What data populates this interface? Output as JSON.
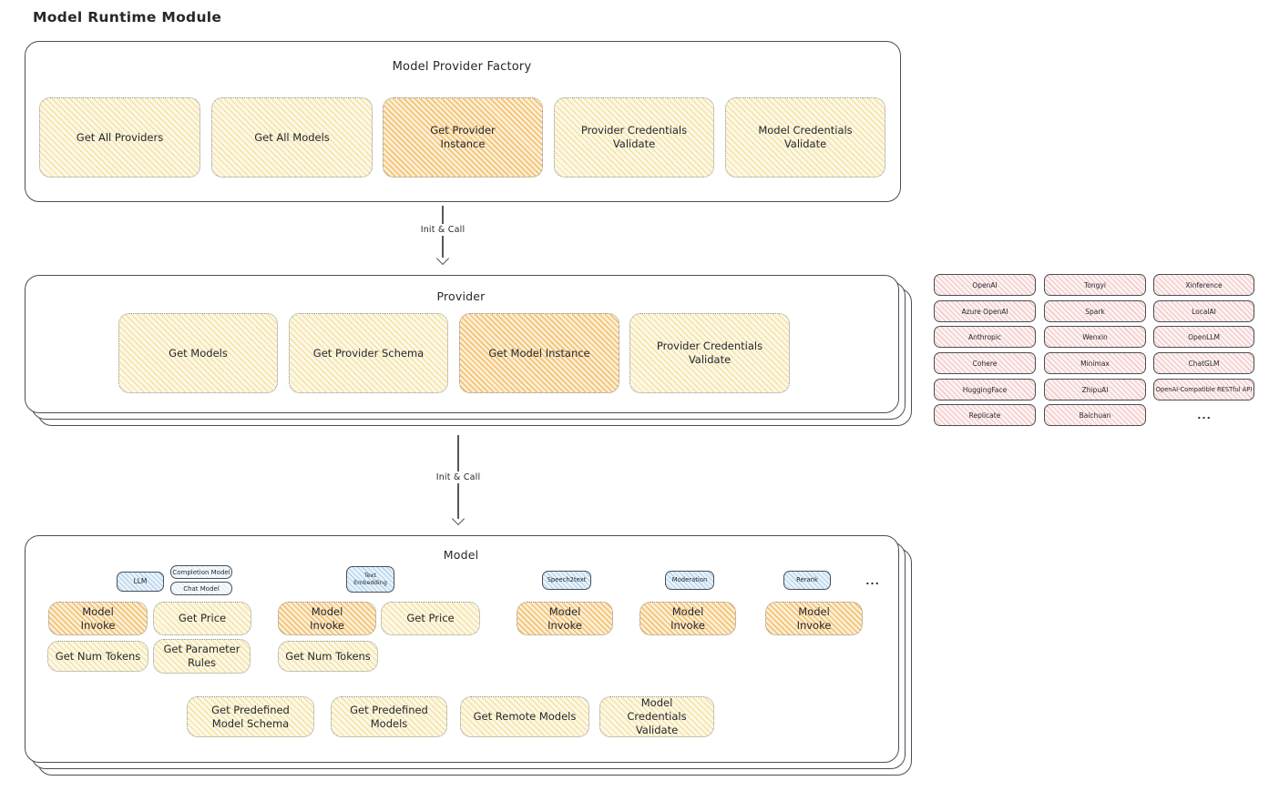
{
  "page": {
    "title": "Model Runtime Module"
  },
  "colors": {
    "ink": "#26282c",
    "border_dark": "#4b4e54",
    "border_dotted": "#90949b",
    "arrow": "#55585c",
    "yellow_fill": "#fdf8e6",
    "yellow_hatch": "#f3e2a4",
    "orange_fill": "#fcf0d8",
    "orange_hatch": "#f5c273",
    "pink_fill": "#fdf2f2",
    "pink_hatch": "#f1c5c5",
    "blue_fill": "#e9f3fb",
    "blue_hatch": "#afd1ec",
    "subtag_fill": "#f6fafd"
  },
  "factory": {
    "title": "Model Provider Factory",
    "boxes": [
      "Get All Providers",
      "Get All Models",
      "Get Provider Instance",
      "Provider Credentials Validate",
      "Model Credentials Validate"
    ]
  },
  "arrows": {
    "factory_to_provider": "Init & Call",
    "provider_to_model": "Init & Call"
  },
  "provider": {
    "title": "Provider",
    "boxes": [
      "Get Models",
      "Get Provider Schema",
      "Get Model Instance",
      "Provider Credentials Validate"
    ]
  },
  "provider_list": {
    "col1": [
      "OpenAI",
      "Azure OpenAI",
      "Anthropic",
      "Cohere",
      "HuggingFace",
      "Replicate"
    ],
    "col2": [
      "Tongyi",
      "Spark",
      "Wenxin",
      "Minimax",
      "ZhipuAI",
      "Baichuan"
    ],
    "col3": [
      "Xinference",
      "LocalAI",
      "OpenLLM",
      "ChatGLM",
      "OpenAI-Compatible RESTful API"
    ],
    "more": "..."
  },
  "model": {
    "title": "Model",
    "tags": {
      "llm": "LLM",
      "completion": "Completion Model",
      "chat": "Chat Model",
      "text_embedding": "Text Embedding",
      "speech2text": "Speech2text",
      "moderation": "Moderation",
      "rerank": "Rerank",
      "more": "..."
    },
    "functions": {
      "llm_invoke": "Model Invoke",
      "llm_price": "Get Price",
      "llm_tokens": "Get Num Tokens",
      "llm_rules": "Get Parameter Rules",
      "emb_invoke": "Model Invoke",
      "emb_price": "Get Price",
      "emb_tokens": "Get Num Tokens",
      "s2t_invoke": "Model Invoke",
      "mod_invoke": "Model Invoke",
      "rerank_invoke": "Model Invoke"
    },
    "common": [
      "Get Predefined Model Schema",
      "Get Predefined Models",
      "Get Remote Models",
      "Model Credentials Validate"
    ]
  }
}
